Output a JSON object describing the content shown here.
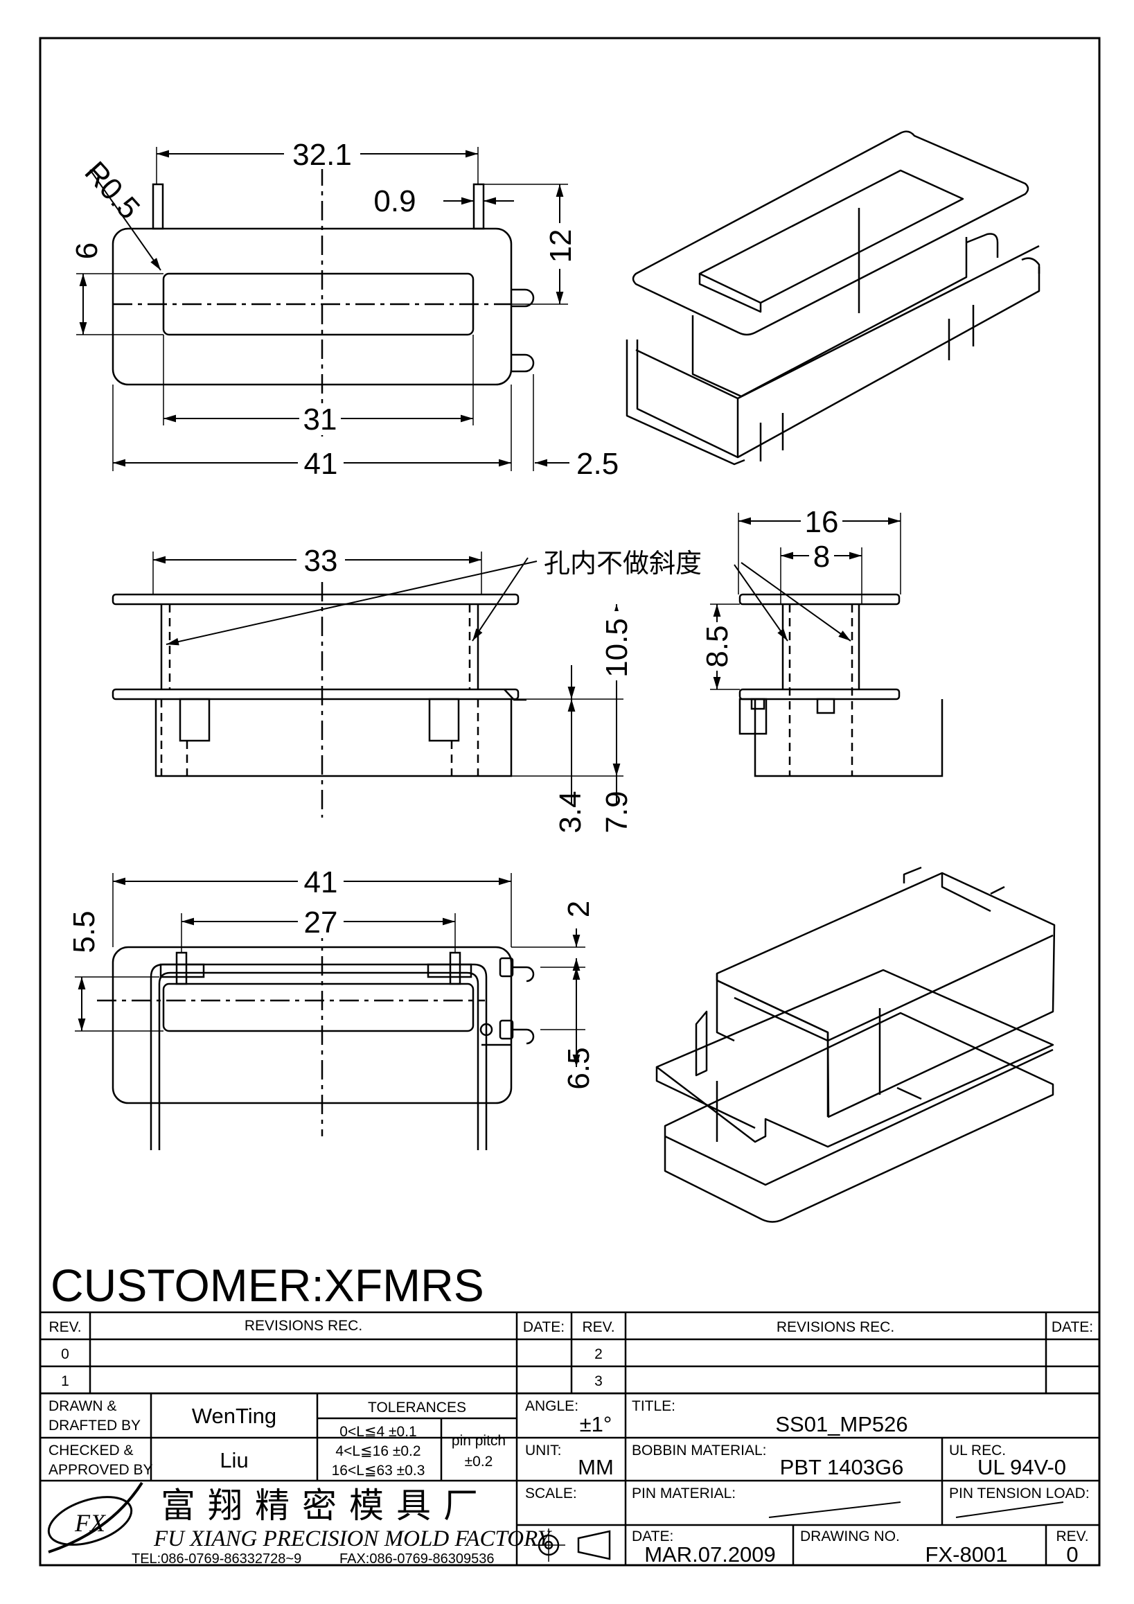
{
  "dimensions": {
    "top_view": {
      "overall_pin_span": "32.1",
      "radius": "R0.5",
      "pin_width": "0.9",
      "height_left": "6",
      "height_right": "12",
      "window_length": "31",
      "base_length": "41",
      "tab_offset": "2.5"
    },
    "front_view": {
      "flange_length": "33",
      "note": "孔内不做斜度",
      "total_height": "10.5",
      "pin_height_a": "3.4",
      "pin_height_b": "7.9"
    },
    "side_view": {
      "flange_width": "16",
      "window_width": "8",
      "height": "8.5"
    },
    "bottom_view": {
      "base_length": "41",
      "pin_pitch": "27",
      "offset_left": "5.5",
      "offset_top": "2",
      "offset_right": "6.5"
    }
  },
  "customer": "CUSTOMER:XFMRS",
  "revisions": {
    "header_rev": "REV.",
    "header_rec": "REVISIONS   REC.",
    "header_date": "DATE:",
    "rows_left": [
      "0",
      "1"
    ],
    "rows_right": [
      "2",
      "3"
    ]
  },
  "title_block": {
    "drawn_label": "DRAWN &",
    "drafted_label": "DRAFTED BY",
    "drawn_by": "WenTing",
    "checked_label": "CHECKED &",
    "approved_label": "APPROVED BY",
    "checked_by": "Liu",
    "tolerances_label": "TOLERANCES",
    "tol_1": "0<L≦4    ±0.1",
    "tol_2": "4<L≦16   ±0.2",
    "tol_3": "16<L≦63  ±0.3",
    "pin_pitch_label": "pin pitch",
    "pin_pitch_tol": "±0.2",
    "angle_label": "ANGLE:",
    "angle_value": "±1°",
    "unit_label": "UNIT:",
    "unit_value": "MM",
    "scale_label": "SCALE:",
    "title_label": "TITLE:",
    "title_value": "SS01_MP526",
    "bobbin_material_label": "BOBBIN MATERIAL:",
    "bobbin_material_value": "PBT  1403G6",
    "ul_rec_label": "UL REC.",
    "ul_rec_value": "UL  94V-0",
    "pin_material_label": "PIN MATERIAL:",
    "pin_tension_label": "PIN TENSION LOAD:",
    "date_label": "DATE:",
    "date_value": "MAR.07.2009",
    "drawing_no_label": "DRAWING NO.",
    "drawing_no_value": "FX-8001",
    "rev_label": "REV.",
    "rev_value": "0"
  },
  "company": {
    "logo_text": "FX",
    "name_cn": "富翔精密模具厂",
    "name_en": "FU XIANG PRECISION MOLD FACTORY",
    "tel": "TEL:086-0769-86332728~9",
    "fax": "FAX:086-0769-86309536"
  }
}
